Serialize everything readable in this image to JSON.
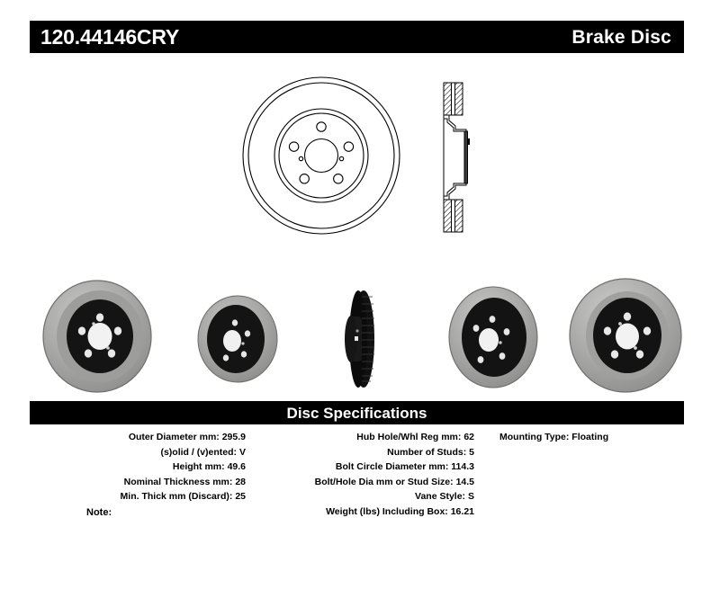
{
  "header": {
    "part_number": "120.44146CRY",
    "product_type": "Brake Disc"
  },
  "drawings": {
    "face_view_name": "brake-disc-face-technical-drawing",
    "section_view_name": "brake-disc-cross-section-technical-drawing"
  },
  "photos": [
    {
      "caption": "brake rotor angled front view"
    },
    {
      "caption": "brake rotor angled view small"
    },
    {
      "caption": "brake rotor edge on vented view"
    },
    {
      "caption": "brake rotor angled view right"
    },
    {
      "caption": "brake rotor front face view"
    }
  ],
  "specifications": {
    "title": "Disc Specifications",
    "left_column": [
      {
        "label": "Outer Diameter mm:",
        "value": "295.9"
      },
      {
        "label": "(s)olid / (v)ented:",
        "value": "V"
      },
      {
        "label": "Height mm:",
        "value": "49.6"
      },
      {
        "label": "Nominal Thickness mm:",
        "value": "28"
      },
      {
        "label": "Min. Thick mm (Discard):",
        "value": "25"
      }
    ],
    "middle_column": [
      {
        "label": "Hub Hole/Whl Reg mm:",
        "value": "62"
      },
      {
        "label": "Number of Studs:",
        "value": "5"
      },
      {
        "label": "Bolt Circle Diameter mm:",
        "value": "114.3"
      },
      {
        "label": "Bolt/Hole Dia mm or Stud Size:",
        "value": "14.5"
      },
      {
        "label": "Vane Style:",
        "value": "S"
      },
      {
        "label": "Weight (lbs) Including Box:",
        "value": "16.21"
      }
    ],
    "right_column": [
      {
        "label": "Mounting Type:",
        "value": "Floating"
      }
    ],
    "note": {
      "label": "Note:",
      "value": ""
    }
  },
  "colors": {
    "banner_background": "#000000",
    "banner_text": "#ffffff",
    "page_background": "#ffffff",
    "body_text": "#000000"
  }
}
